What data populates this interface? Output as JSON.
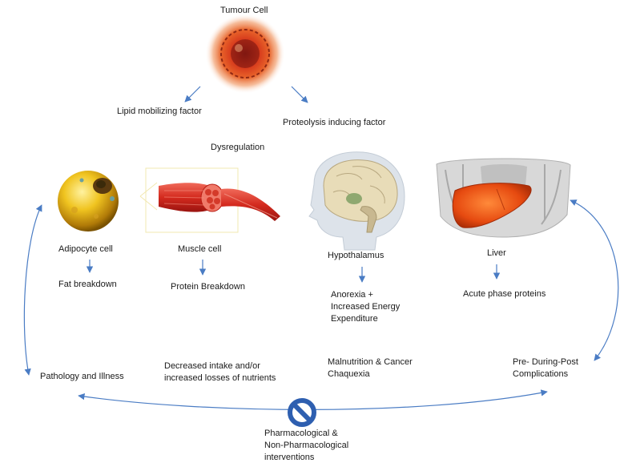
{
  "tumour": {
    "title": "Tumour Cell",
    "lipid_factor": "Lipid mobilizing factor",
    "proteolysis_factor": "Proteolysis inducing factor"
  },
  "dysregulation": "Dysregulation",
  "organs": {
    "adipocyte": {
      "label": "Adipocyte cell",
      "effect": "Fat breakdown"
    },
    "muscle": {
      "label": "Muscle cell",
      "effect": "Protein  Breakdown"
    },
    "hypothalamus": {
      "label": "Hypothalamus",
      "effect": "Anorexia +\nIncreased Energy\nExpenditure"
    },
    "liver": {
      "label": "Liver",
      "effect": "Acute phase proteins"
    }
  },
  "bottom": {
    "pathology": "Pathology and Illness",
    "intake": "Decreased intake and/or\nincreased losses of nutrients",
    "malnutrition": "Malnutrition  & Cancer\nChaquexia",
    "complications": "Pre- During-Post\nComplications",
    "interventions": "Pharmacological &\nNon-Pharmacological\ninterventions"
  },
  "colors": {
    "arrow": "#4a7cc4",
    "prohibit": "#2e5fb0"
  }
}
